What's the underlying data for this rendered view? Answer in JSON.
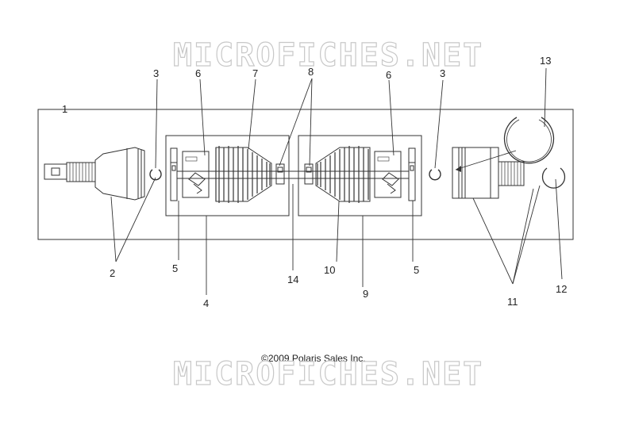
{
  "watermark": {
    "top": "MICROFICHES.NET",
    "bottom": "MICROFICHES.NET"
  },
  "copyright": "©2009 Polaris Sales Inc.",
  "callouts": {
    "c1": "1",
    "c2": "2",
    "c3_left": "3",
    "c3_right": "3",
    "c4": "4",
    "c5_left": "5",
    "c5_right": "5",
    "c6_left": "6",
    "c6_right": "6",
    "c7": "7",
    "c8": "8",
    "c9": "9",
    "c10": "10",
    "c11": "11",
    "c12": "12",
    "c13": "13",
    "c14": "14"
  },
  "colors": {
    "line": "#333333",
    "watermark": "#c8c8c8"
  }
}
